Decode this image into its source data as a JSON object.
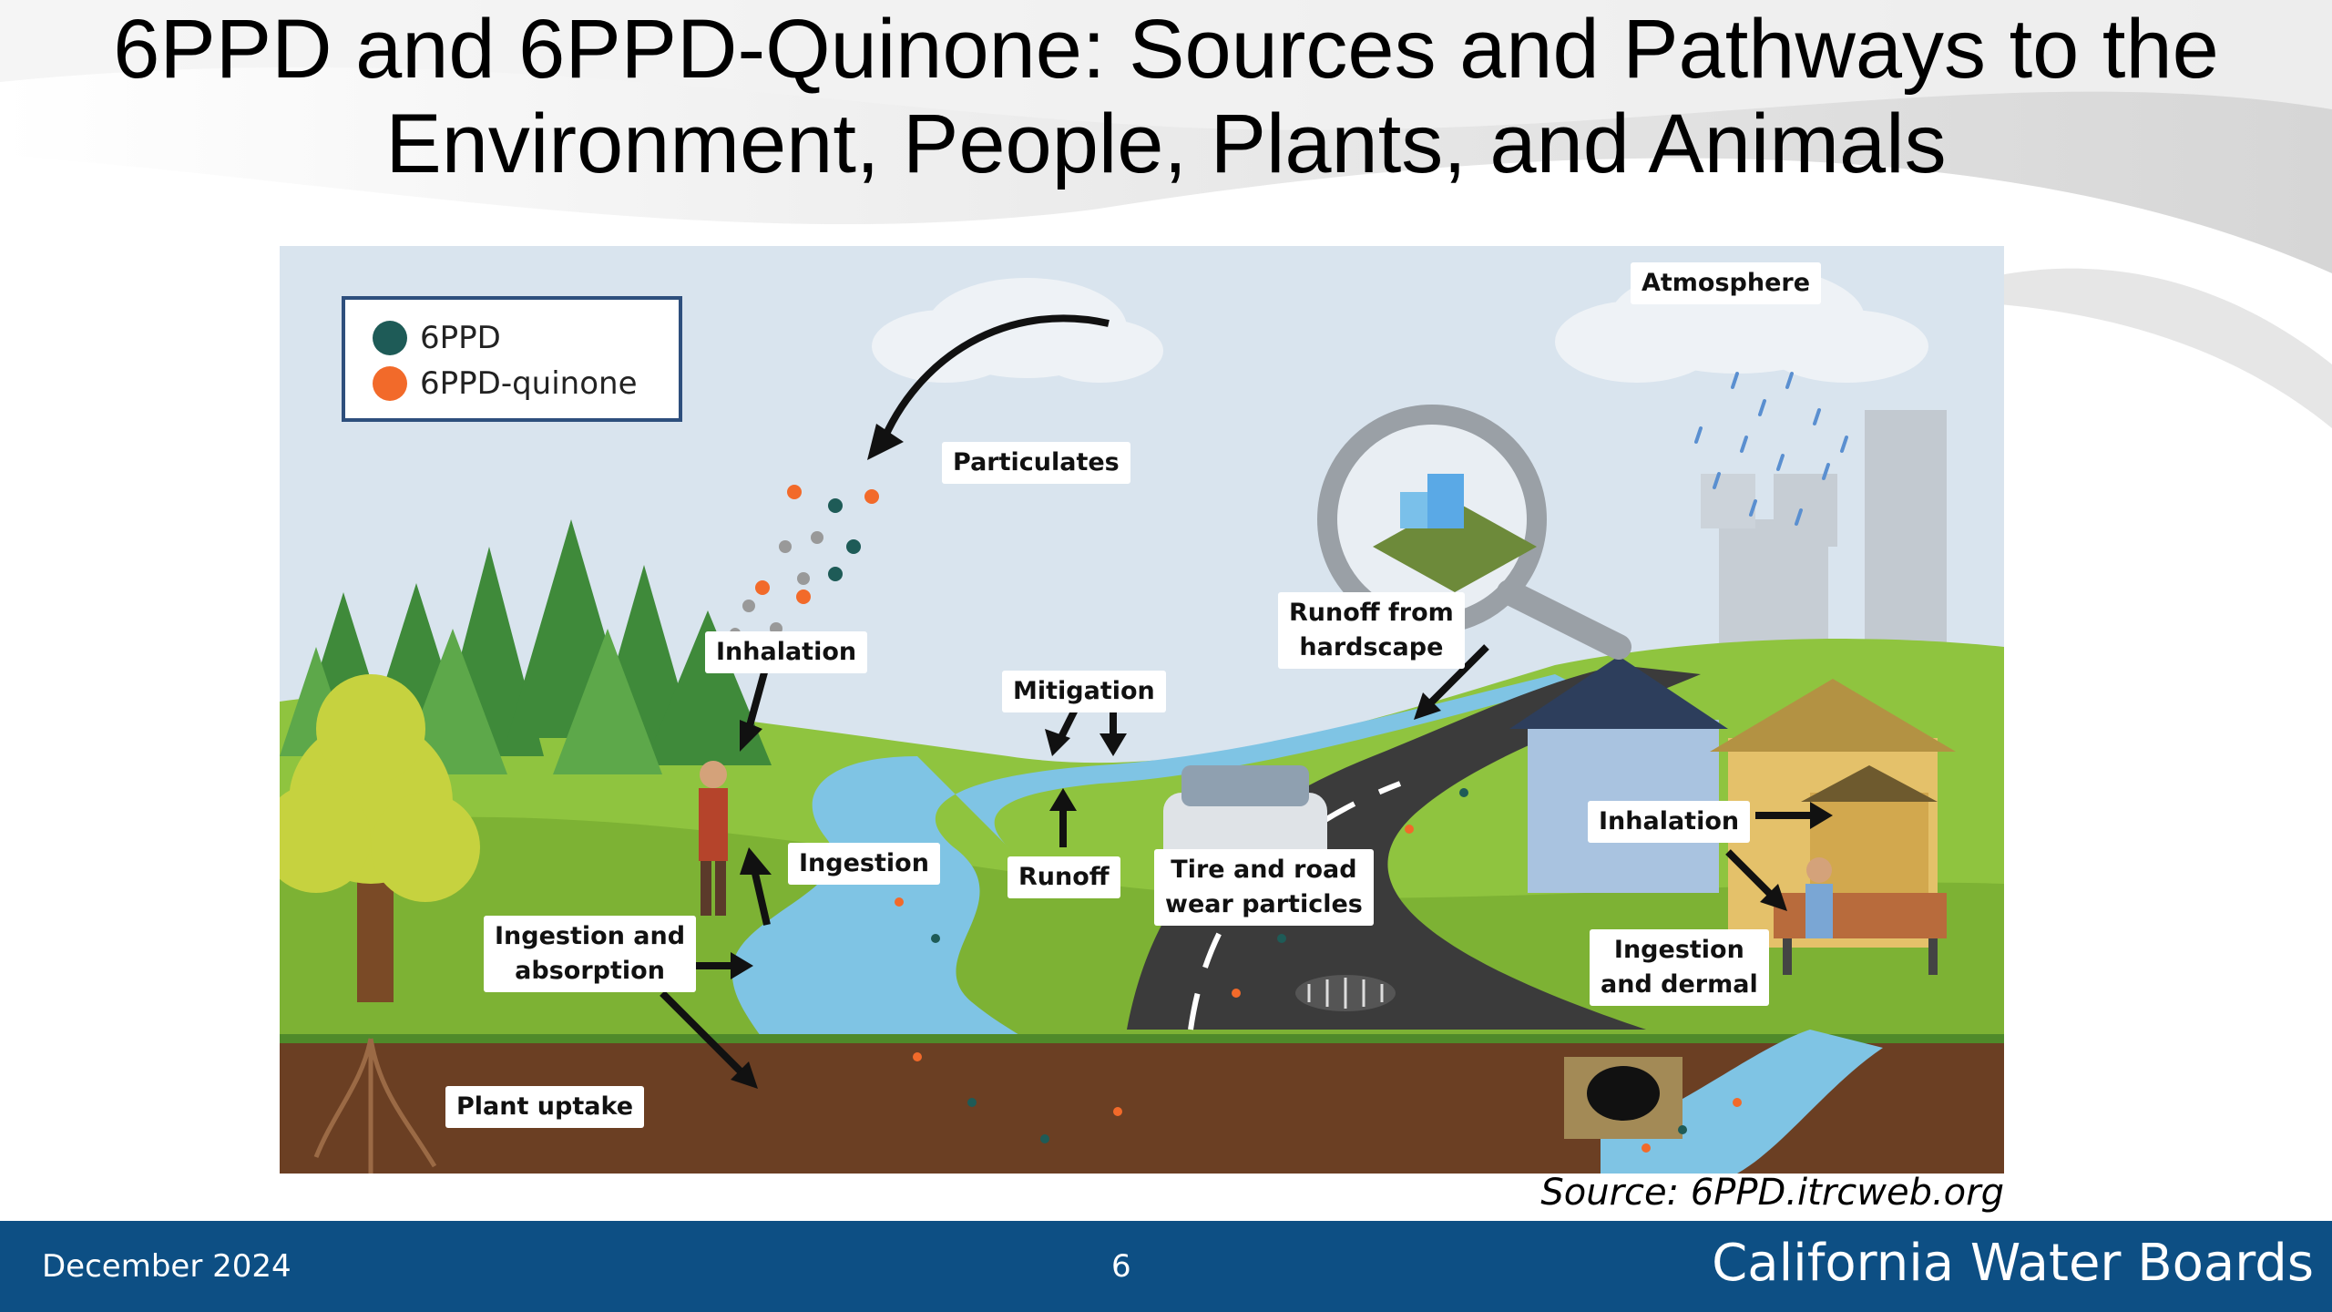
{
  "slide": {
    "title_line1": "6PPD and 6PPD-Quinone: Sources and Pathways to the",
    "title_line2": "Environment, People, Plants, and Animals",
    "source": "Source: 6PPD.itrcweb.org"
  },
  "legend": {
    "items": [
      {
        "label": "6PPD",
        "color": "#1e5b57"
      },
      {
        "label": "6PPD-quinone",
        "color": "#f26a2a"
      }
    ]
  },
  "diagram_labels": {
    "atmosphere": "Atmosphere",
    "particulates": "Particulates",
    "inhalation_left": "Inhalation",
    "mitigation": "Mitigation",
    "runoff_hardscape_line1": "Runoff from",
    "runoff_hardscape_line2": "hardscape",
    "ingestion": "Ingestion",
    "runoff": "Runoff",
    "tire_line1": "Tire and road",
    "tire_line2": "wear particles",
    "inhalation_right": "Inhalation",
    "ingestion_absorption_line1": "Ingestion and",
    "ingestion_absorption_line2": "absorption",
    "ingestion_dermal_line1": "Ingestion",
    "ingestion_dermal_line2": "and dermal",
    "plant_uptake": "Plant uptake"
  },
  "footer": {
    "date": "December 2024",
    "page": "6",
    "org": "California Water Boards",
    "bar_color": "#0d4f84"
  }
}
